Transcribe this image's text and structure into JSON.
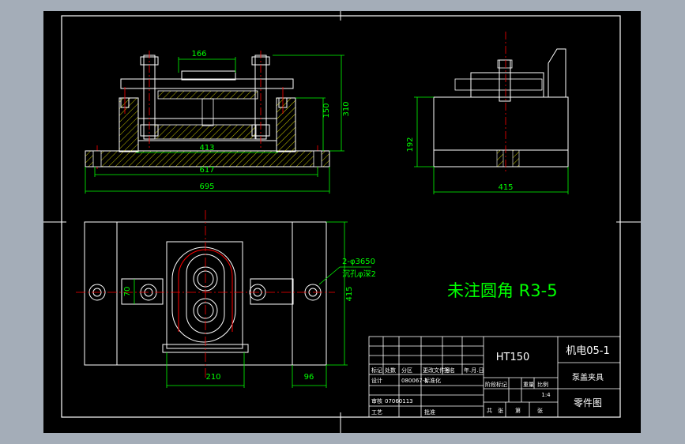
{
  "drawing": {
    "note": "未注圆角 R3-5",
    "dimensions": {
      "top_width": "166",
      "height_150": "150",
      "height_310": "310",
      "width_413": "413",
      "width_617": "617",
      "width_695": "695",
      "side_192": "192",
      "side_415": "415",
      "plan_415": "415",
      "plan_70": "70",
      "plan_210": "210",
      "plan_96": "96"
    },
    "hole_callout": {
      "line1": "2-φ3650",
      "line2": "沉孔φ深2"
    }
  },
  "title_block": {
    "material": "HT150",
    "drawing_no": "机电05-1",
    "part_name": "泵盖夹具",
    "doc_type": "零件图",
    "scale": "1:4",
    "row_labels": [
      "标记",
      "处数",
      "分区",
      "更改文件号",
      "签名",
      "年.月.日"
    ],
    "stage_labels": [
      "阶段标记",
      "重量",
      "比例"
    ],
    "designer_label": "设计",
    "designer_value": "080067-1",
    "standard_label": "标准化",
    "reviewer_label": "审核",
    "reviewer_value": "07060113",
    "process_label": "工艺",
    "approve_label": "批准",
    "sheet_labels": [
      "共",
      "张",
      "第",
      "张"
    ]
  },
  "colors": {
    "background": "#a4adb8",
    "paper": "#000000",
    "line": "#ffffff",
    "dimension": "#00ff00",
    "center": "#ff0000",
    "hatch": "#ffff00",
    "accent": "#00ffff"
  }
}
